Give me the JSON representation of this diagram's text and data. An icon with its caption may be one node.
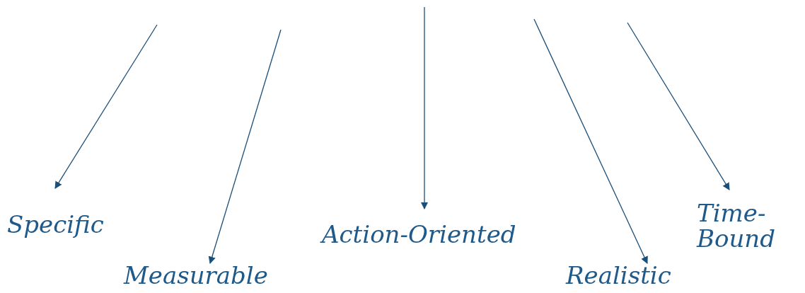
{
  "diagram": {
    "nodes": [
      {
        "text": [
          "Specific"
        ]
      },
      {
        "text": [
          "Measurable"
        ]
      },
      {
        "text": [
          "Action-Oriented"
        ]
      },
      {
        "text": [
          "Realistic"
        ]
      },
      {
        "text": [
          "Time-Bound"
        ]
      }
    ],
    "edges": [
      {
        "from": null,
        "to": 0,
        "arrow": "to"
      },
      {
        "from": null,
        "to": 1,
        "arrow": "to"
      },
      {
        "from": null,
        "to": 2,
        "arrow": "to"
      },
      {
        "from": null,
        "to": 3,
        "arrow": "to"
      },
      {
        "from": null,
        "to": 4,
        "arrow": "to"
      }
    ]
  }
}
